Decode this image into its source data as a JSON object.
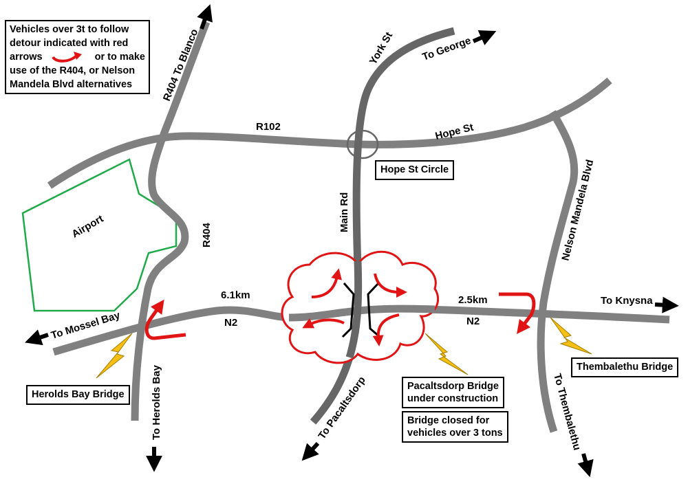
{
  "notice": {
    "line1": "Vehicles over 3t to follow",
    "line2": "detour indicated with red",
    "line3a": "arrows",
    "line3b": "or to make",
    "line4": "use of the R404, or Nelson",
    "line5": "Mandela Blvd alternatives"
  },
  "road_labels": {
    "r404_blanco": "R404 To Blanco",
    "york_st": "York St",
    "to_george": "To George",
    "r102": "R102",
    "hope_st": "Hope St",
    "main_rd": "Main Rd",
    "r404": "R404",
    "nelson_mandela": "Nelson Mandela Blvd",
    "airport": "Airport",
    "dist_left": "6.1km",
    "n2_left": "N2",
    "dist_right": "2.5km",
    "n2_right": "N2",
    "to_knysna": "To Knysna",
    "to_mossel_bay": "To Mossel Bay",
    "to_herolds_bay": "To Herolds Bay",
    "to_pacaltsdorp": "To Pacaltsdorp",
    "to_thembalethu": "To Thembalethu"
  },
  "boxes": {
    "hope_circle": "Hope St Circle",
    "herolds_bridge": "Herolds Bay Bridge",
    "pacaltsdorp_bridge_1": "Pacaltsdorp Bridge",
    "pacaltsdorp_bridge_2": "under construction",
    "closed_1": "Bridge closed for",
    "closed_2": "vehicles over 3 tons",
    "thembalethu_bridge": "Thembalethu Bridge"
  },
  "colors": {
    "road": "#808080",
    "main_road": "#666666",
    "detour": "#e01414",
    "airport": "#1faa4a",
    "bolt": "#f5c013"
  }
}
